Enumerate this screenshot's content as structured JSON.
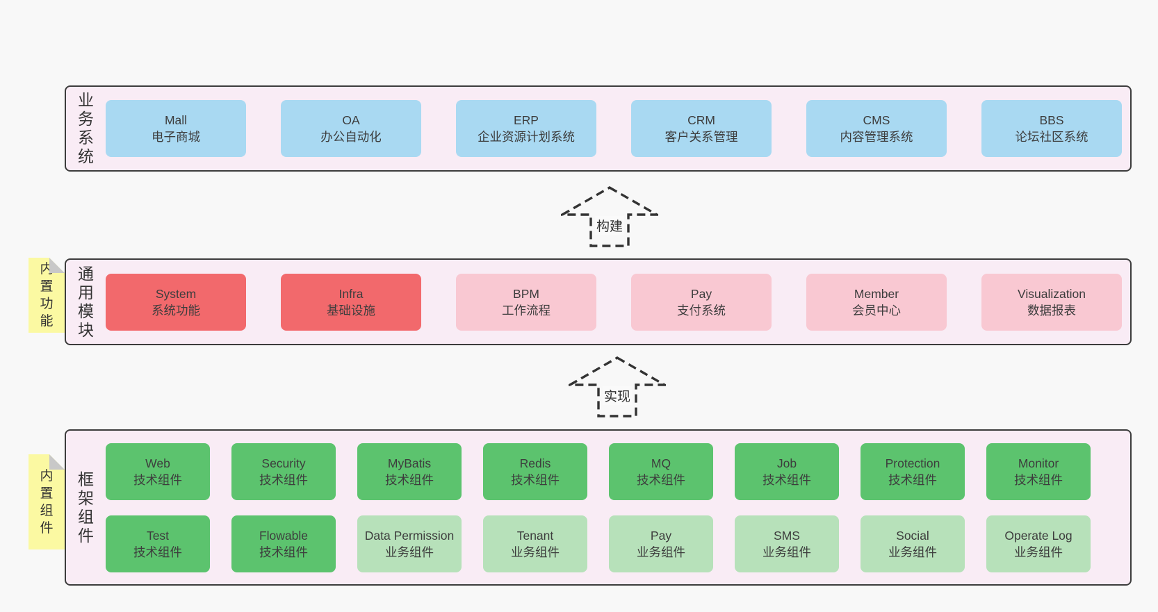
{
  "colors": {
    "page_bg": "#f8f8f8",
    "container_bg": "#f9ecf5",
    "container_border": "#3c3c3c",
    "blue_box": "#a9d9f2",
    "red_box": "#f2696c",
    "pink_box": "#f9c8d2",
    "green_dark_box": "#5cc36e",
    "green_light_box": "#b7e1ba",
    "note_yellow": "#fbf9a2",
    "note_fold_gray": "#c8c8c8",
    "text": "#3d3d3d"
  },
  "arrows": [
    {
      "label": "构建"
    },
    {
      "label": "实现"
    }
  ],
  "layers": [
    {
      "side_label": "业务系统",
      "boxes": [
        {
          "title": "Mall",
          "subtitle": "电子商城"
        },
        {
          "title": "OA",
          "subtitle": "办公自动化"
        },
        {
          "title": "ERP",
          "subtitle": "企业资源计划系统"
        },
        {
          "title": "CRM",
          "subtitle": "客户关系管理"
        },
        {
          "title": "CMS",
          "subtitle": "内容管理系统"
        },
        {
          "title": "BBS",
          "subtitle": "论坛社区系统"
        }
      ]
    },
    {
      "side_label": "通用模块",
      "note": "内置功能",
      "boxes": [
        {
          "title": "System",
          "subtitle": "系统功能"
        },
        {
          "title": "Infra",
          "subtitle": "基础设施"
        },
        {
          "title": "BPM",
          "subtitle": "工作流程"
        },
        {
          "title": "Pay",
          "subtitle": "支付系统"
        },
        {
          "title": "Member",
          "subtitle": "会员中心"
        },
        {
          "title": "Visualization",
          "subtitle": "数据报表"
        }
      ]
    },
    {
      "side_label": "框架组件",
      "note": "内置组件",
      "rows": [
        [
          {
            "title": "Web",
            "subtitle": "技术组件"
          },
          {
            "title": "Security",
            "subtitle": "技术组件"
          },
          {
            "title": "MyBatis",
            "subtitle": "技术组件"
          },
          {
            "title": "Redis",
            "subtitle": "技术组件"
          },
          {
            "title": "MQ",
            "subtitle": "技术组件"
          },
          {
            "title": "Job",
            "subtitle": "技术组件"
          },
          {
            "title": "Protection",
            "subtitle": "技术组件"
          },
          {
            "title": "Monitor",
            "subtitle": "技术组件"
          }
        ],
        [
          {
            "title": "Test",
            "subtitle": "技术组件"
          },
          {
            "title": "Flowable",
            "subtitle": "技术组件"
          },
          {
            "title": "Data Permission",
            "subtitle": "业务组件"
          },
          {
            "title": "Tenant",
            "subtitle": "业务组件"
          },
          {
            "title": "Pay",
            "subtitle": "业务组件"
          },
          {
            "title": "SMS",
            "subtitle": "业务组件"
          },
          {
            "title": "Social",
            "subtitle": "业务组件"
          },
          {
            "title": "Operate Log",
            "subtitle": "业务组件"
          }
        ]
      ]
    }
  ]
}
